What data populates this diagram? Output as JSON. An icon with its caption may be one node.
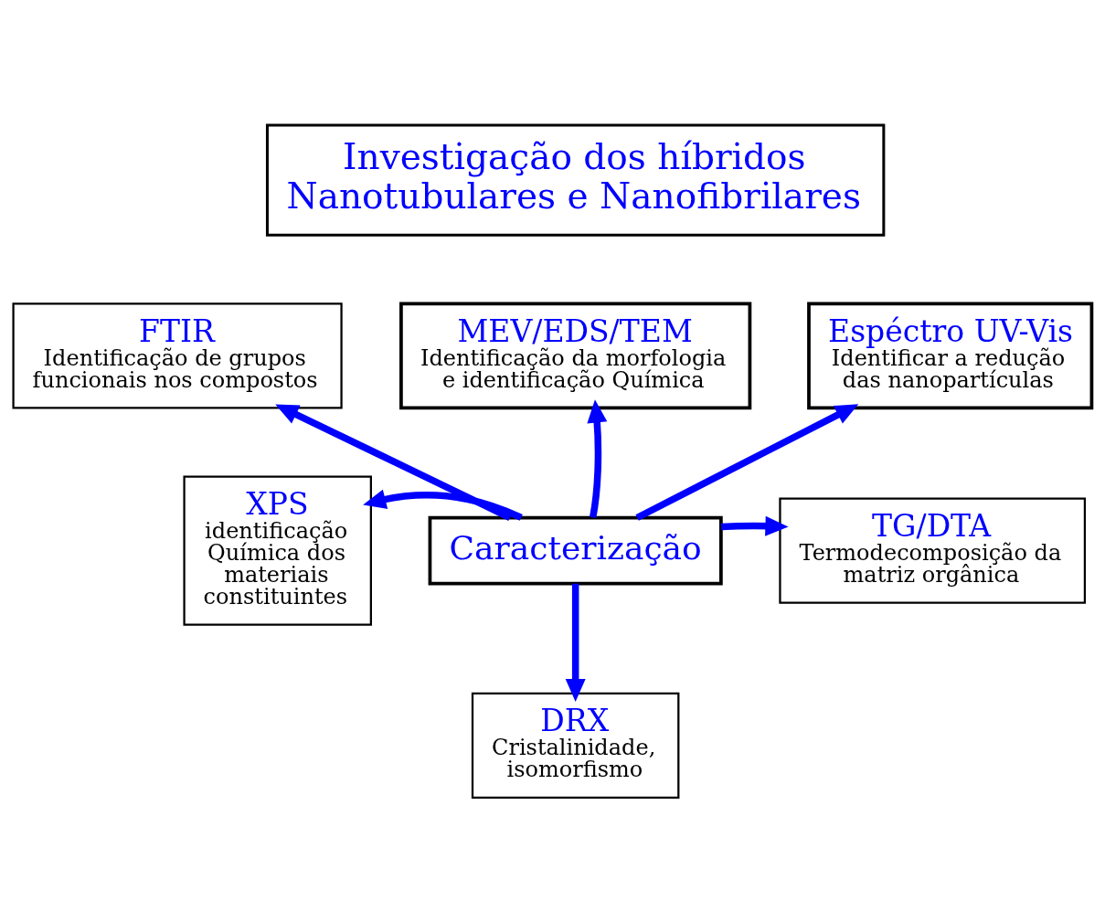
{
  "diagram": {
    "nodes": [
      {
        "text": [
          "Investigação dos híbridos Nanotubulares e Nanofibrilares"
        ]
      },
      {
        "text": [
          "FTIR",
          "Identificação de grupos funcionais nos compostos"
        ]
      },
      {
        "text": [
          "MEV/EDS/TEM",
          "Identificação da morfologia e identificação Química"
        ]
      },
      {
        "text": [
          "Espéctro UV-Vis",
          "Identificar a redução das nanopartículas"
        ]
      },
      {
        "text": [
          "XPS",
          "identificação Química dos materiais constituintes"
        ]
      },
      {
        "text": [
          "Caracterização"
        ]
      },
      {
        "text": [
          "TG/DTA",
          "Termodecomposição da matriz orgânica"
        ]
      },
      {
        "text": [
          "DRX",
          "Cristalinidade, isomorfismo"
        ]
      }
    ],
    "edges": [
      {
        "from": 5,
        "to": 2,
        "arrow": "to"
      },
      {
        "from": 5,
        "to": 1,
        "arrow": "to"
      },
      {
        "from": 5,
        "to": 3,
        "arrow": "to"
      },
      {
        "from": 5,
        "to": 4,
        "arrow": "to"
      },
      {
        "from": 5,
        "to": 6,
        "arrow": "to"
      },
      {
        "from": 5,
        "to": 7,
        "arrow": "to"
      }
    ]
  }
}
